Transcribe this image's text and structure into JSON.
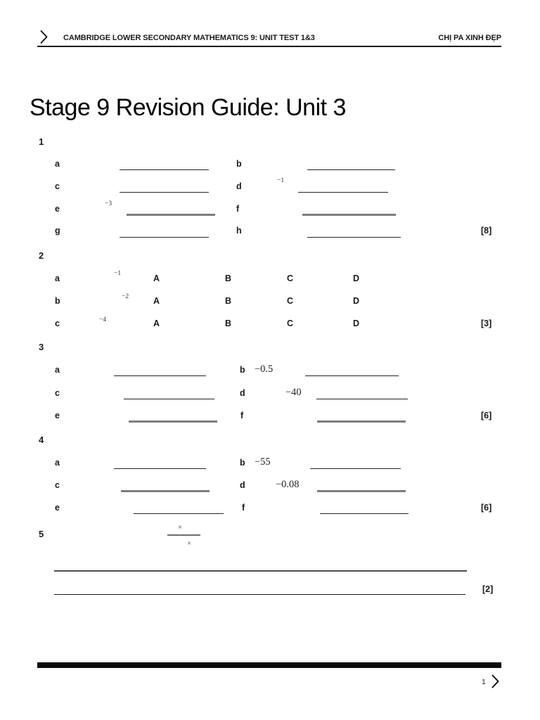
{
  "header": {
    "title": "CAMBRIDGE LOWER SECONDARY MATHEMATICS 9: UNIT TEST 1&3",
    "owner": "CHỊ PA XINH ĐẸP"
  },
  "title": "Stage 9 Revision Guide: Unit 3",
  "q1": {
    "number": "1",
    "marks": "[8]",
    "rows": [
      {
        "l": "a",
        "r": "b"
      },
      {
        "l": "c",
        "r": "d",
        "r_sup": "−1"
      },
      {
        "l": "e",
        "l_sup": "−3",
        "r": "f"
      },
      {
        "l": "g",
        "r": "h"
      }
    ]
  },
  "q2": {
    "number": "2",
    "marks": "[3]",
    "choices": [
      "A",
      "B",
      "C",
      "D"
    ],
    "rows": [
      {
        "label": "a",
        "sup": "−1"
      },
      {
        "label": "b",
        "sup": "−2"
      },
      {
        "label": "c",
        "sup": "−4"
      }
    ]
  },
  "q3": {
    "number": "3",
    "marks": "[6]",
    "rows": [
      {
        "l": "a",
        "r": "b",
        "value": "−0.5"
      },
      {
        "l": "c",
        "r": "d",
        "value": "−40"
      },
      {
        "l": "e",
        "r": "f"
      }
    ]
  },
  "q4": {
    "number": "4",
    "marks": "[6]",
    "rows": [
      {
        "l": "a",
        "r": "b",
        "value": "−55"
      },
      {
        "l": "c",
        "r": "d",
        "value": "−0.08"
      },
      {
        "l": "e",
        "r": "f"
      }
    ]
  },
  "q5": {
    "number": "5",
    "marks": "[2]",
    "numerator": "×",
    "denominator": "×"
  },
  "footer": {
    "page": "1"
  }
}
